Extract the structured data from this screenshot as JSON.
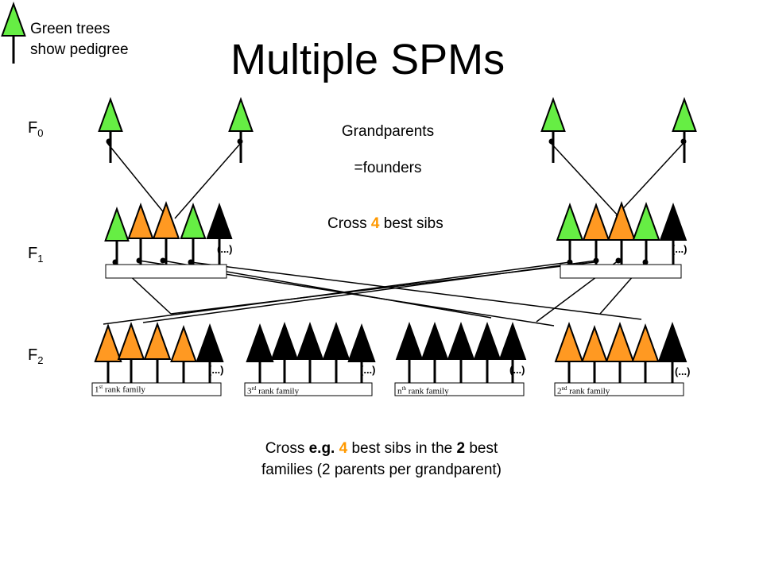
{
  "title": "Multiple SPMs",
  "legend": {
    "line1": "Green trees",
    "line2": "show pedigree"
  },
  "generations": {
    "f0": "F",
    "f0_sub": "0",
    "f1": "F",
    "f1_sub": "1",
    "f2": "F",
    "f2_sub": "2"
  },
  "grandparents": {
    "line1": "Grandparents",
    "line2": "=founders"
  },
  "cross_top": {
    "prefix": "Cross ",
    "number": "4",
    "suffix": " best sibs"
  },
  "cross_bottom": {
    "part1": "Cross ",
    "eg": "e.g.",
    "space": " ",
    "num4": "4",
    "part2": " best sibs in the ",
    "num2": "2",
    "part3": " best",
    "line2": "families (2 parents per grandparent)"
  },
  "ellipsis": "(...)",
  "families": [
    {
      "ord": "1",
      "sup": "st",
      "rest": " rank family"
    },
    {
      "ord": "3",
      "sup": "rd",
      "rest": " rank family"
    },
    {
      "ord": "n",
      "sup": "th",
      "rest": " rank family"
    },
    {
      "ord": "2",
      "sup": "nd",
      "rest": " rank family"
    }
  ],
  "colors": {
    "green": "#66ee44",
    "orange": "#ff9922",
    "black": "#000000"
  }
}
